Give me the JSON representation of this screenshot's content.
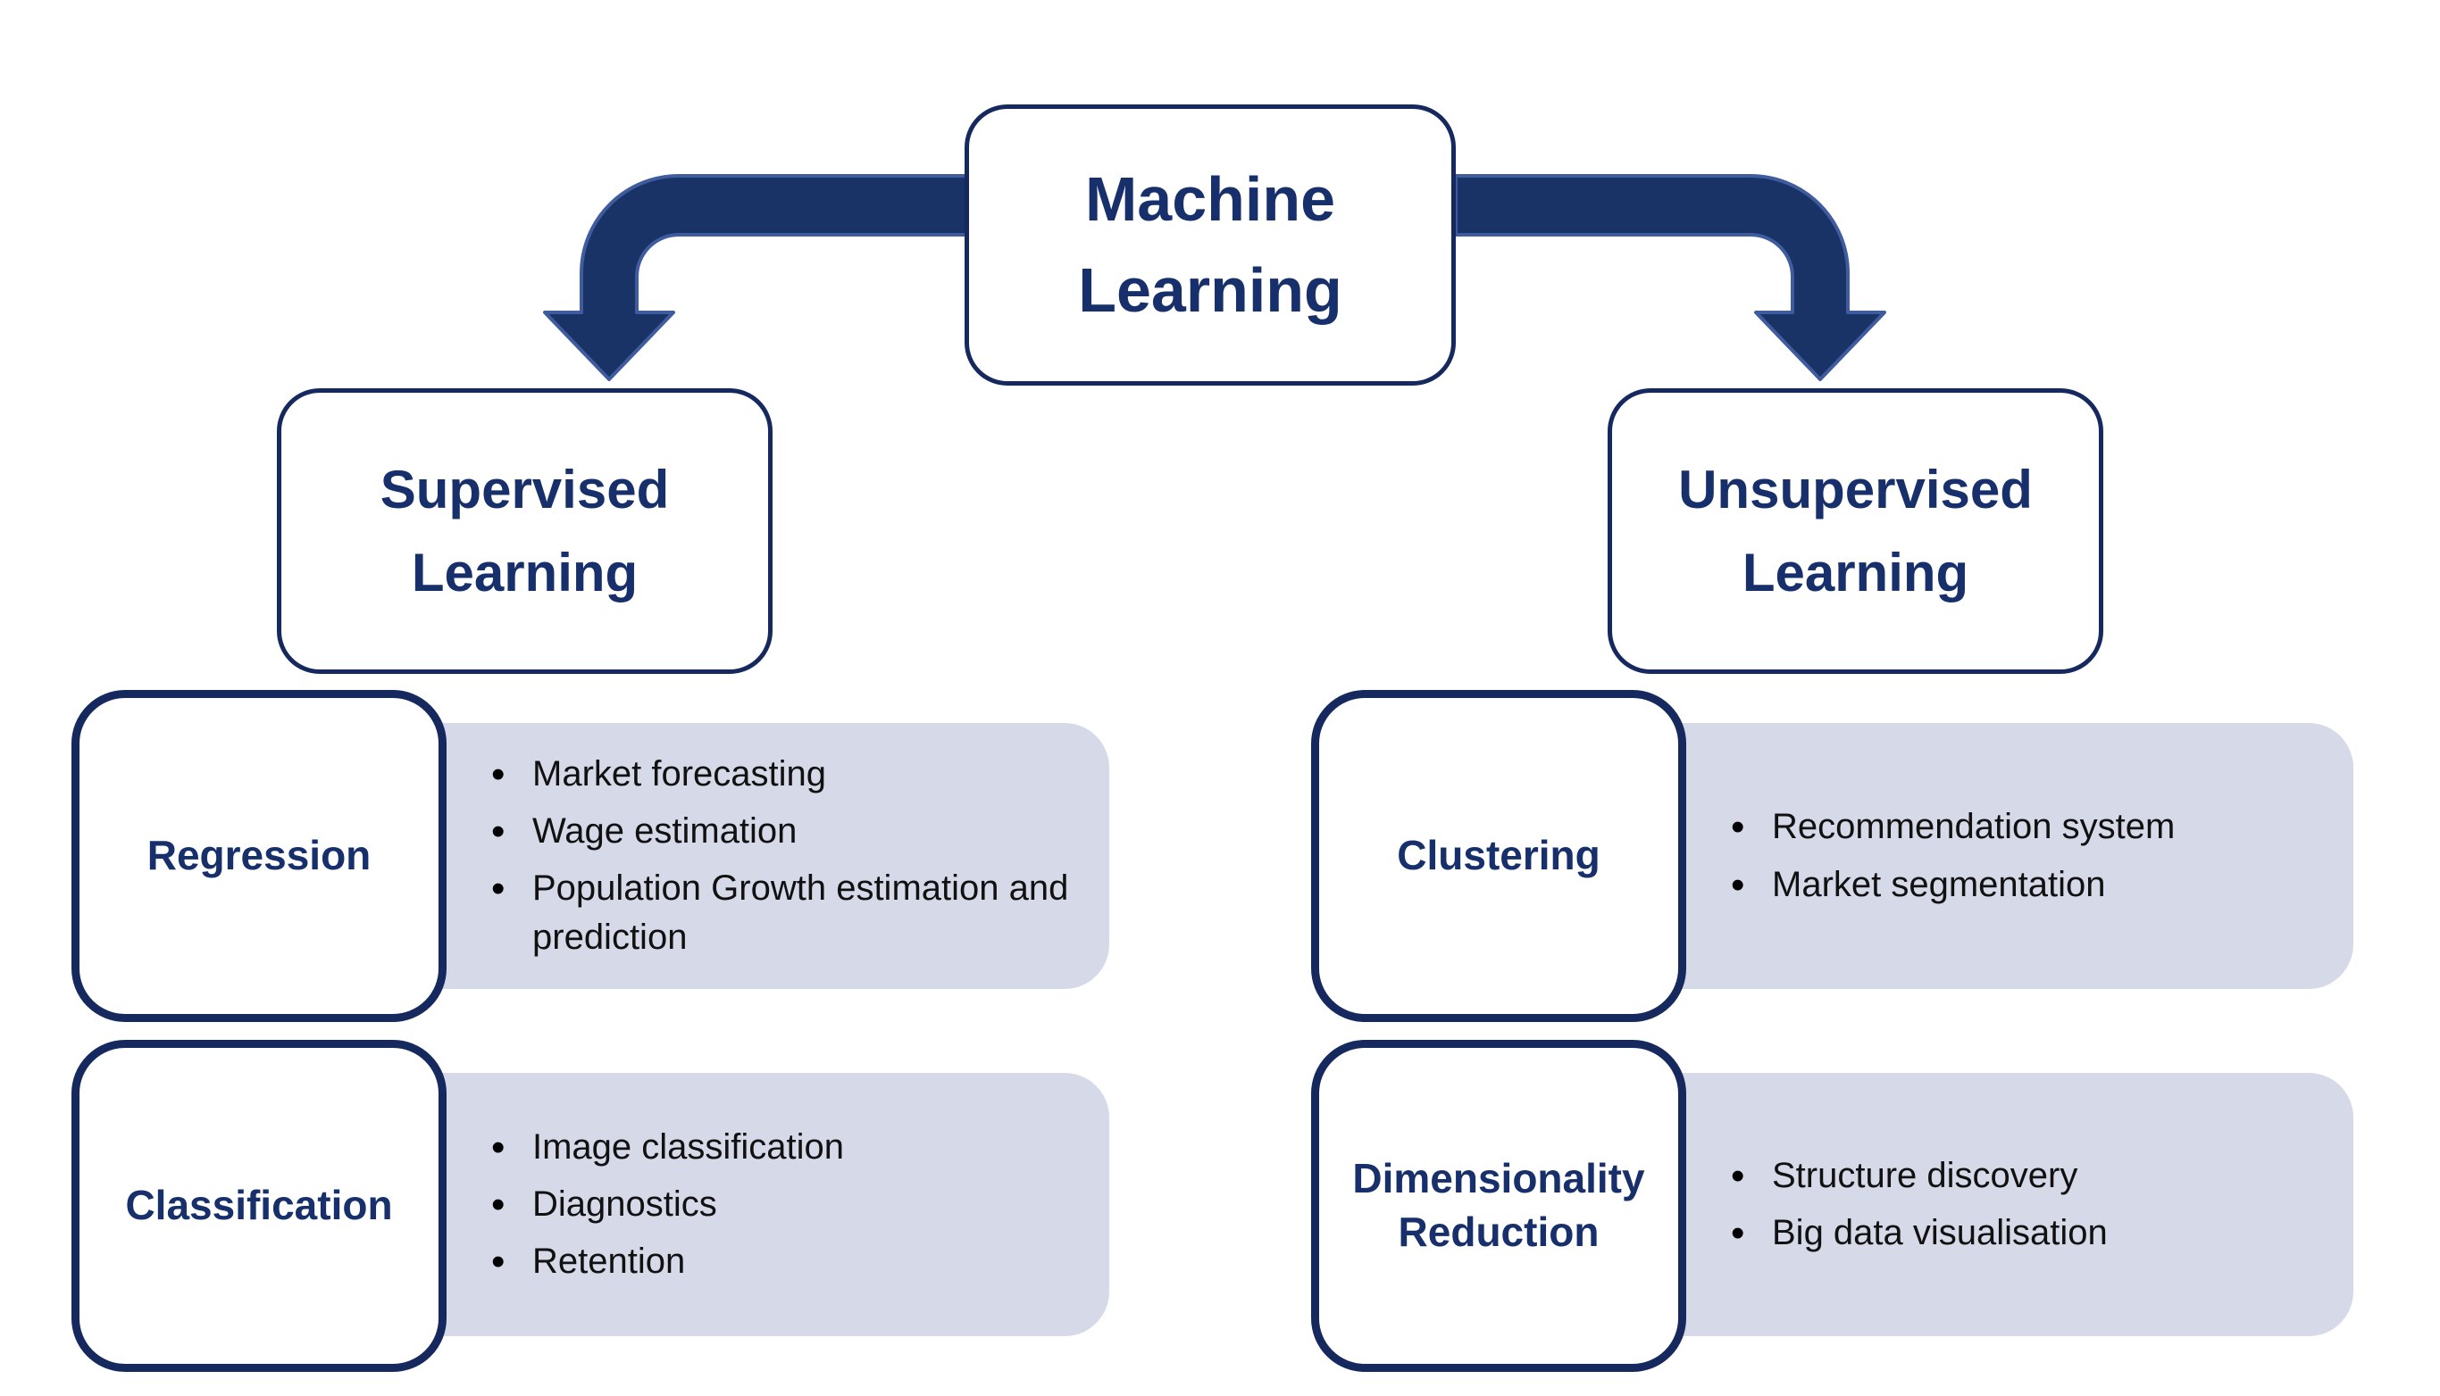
{
  "diagram": {
    "title_node": {
      "label": "Machine Learning"
    },
    "branches": [
      {
        "title": "Supervised Learning",
        "children": [
          {
            "title": "Regression",
            "bullets": [
              "Market forecasting",
              "Wage estimation",
              "Population Growth estimation and prediction"
            ]
          },
          {
            "title": "Classification",
            "bullets": [
              "Image classification",
              "Diagnostics",
              "Retention"
            ]
          }
        ]
      },
      {
        "title": "Unsupervised Learning",
        "children": [
          {
            "title": "Clustering",
            "bullets": [
              "Recommendation system",
              "Market segmentation"
            ]
          },
          {
            "title": "Dimensionality Reduction",
            "bullets": [
              "Structure discovery",
              "Big data visualisation"
            ]
          }
        ]
      }
    ]
  },
  "colors": {
    "navy_border": "#16295f",
    "navy_text": "#17306b",
    "arrow_fill": "#1a3366",
    "arrow_stroke": "#3f5d9e",
    "panel_bg": "#d6d9e8",
    "bullet_text": "#111111",
    "background": "#ffffff"
  }
}
